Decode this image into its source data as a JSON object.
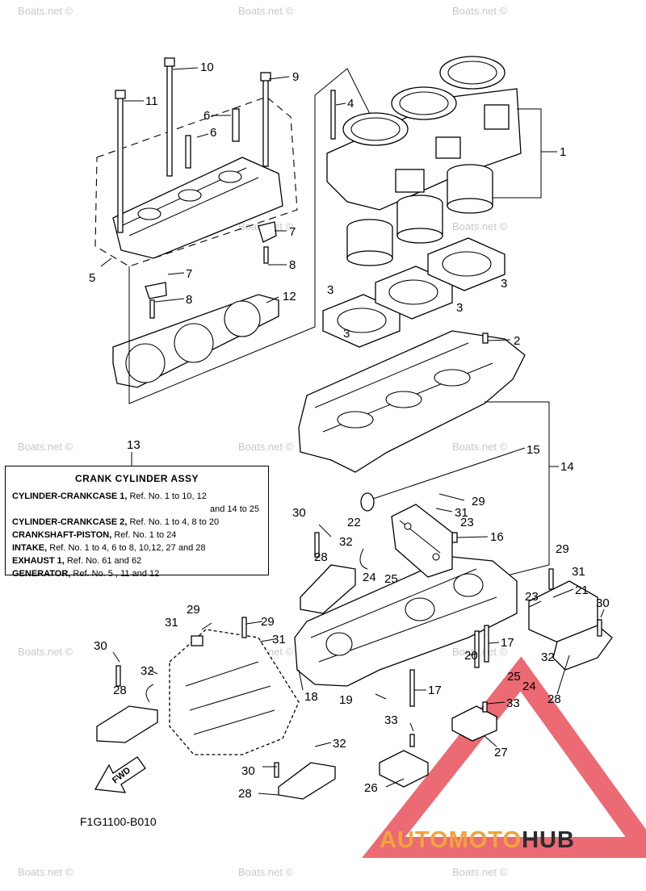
{
  "watermark_text": "Boats.net ©",
  "diagram_code": "F1G1100-B010",
  "fwd_label": "FWD",
  "logo": {
    "part1": "AUTOMOTO",
    "part2": "HUB",
    "accent_color": "#f2a43c",
    "triangle_color": "#e8505b"
  },
  "note": {
    "ref_number": "13",
    "title": "CRANK  CYLINDER ASSY",
    "lines": [
      {
        "label": "CYLINDER-CRANKCASE 1,",
        "refs": "Ref. No. 1 to 10, 12"
      },
      {
        "label": "",
        "refs": "and 14 to 25"
      },
      {
        "label": "CYLINDER-CRANKCASE 2,",
        "refs": "Ref. No. 1 to 4, 8 to 20"
      },
      {
        "label": "CRANKSHAFT-PISTON,",
        "refs": "Ref. No. 1 to 24"
      },
      {
        "label": "INTAKE,",
        "refs": "Ref. No. 1 to 4, 6 to 8, 10,12, 27 and 28"
      },
      {
        "label": "EXHAUST 1,",
        "refs": "Ref. No. 61 and 62"
      },
      {
        "label": "GENERATOR,",
        "refs": "Ref. No. 5 , 11 and 12"
      }
    ]
  },
  "callouts": [
    "1",
    "2",
    "3",
    "3",
    "3",
    "3",
    "4",
    "5",
    "6",
    "6",
    "7",
    "7",
    "8",
    "8",
    "9",
    "10",
    "11",
    "12",
    "14",
    "15",
    "16",
    "17",
    "17",
    "18",
    "19",
    "20",
    "21",
    "22",
    "23",
    "23",
    "24",
    "24",
    "25",
    "25",
    "26",
    "27",
    "28",
    "28",
    "28",
    "28",
    "29",
    "29",
    "29",
    "29",
    "30",
    "30",
    "30",
    "30",
    "31",
    "31",
    "31",
    "31",
    "32",
    "32",
    "32",
    "32",
    "33",
    "33"
  ]
}
